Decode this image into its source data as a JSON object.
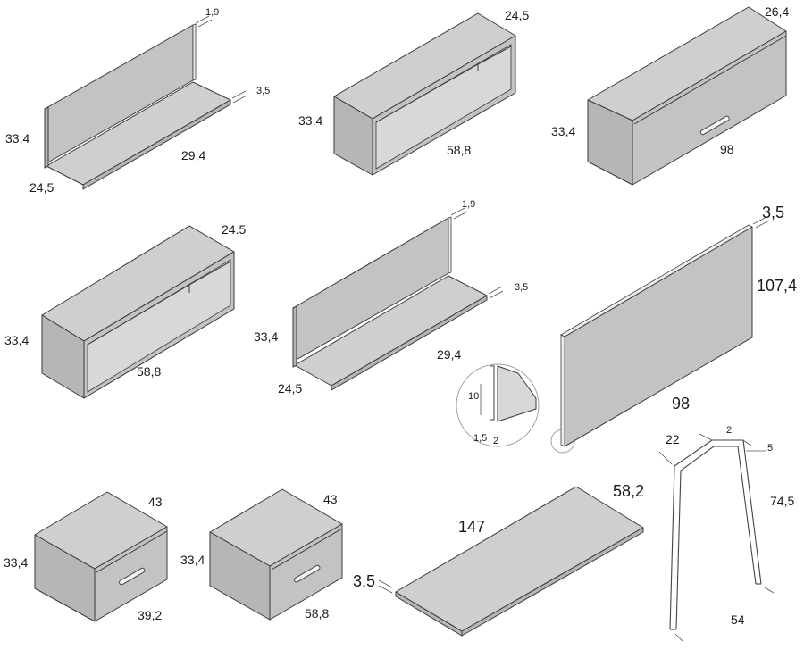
{
  "shelf_1": {
    "height": "33,4",
    "depth": "24,5",
    "width": "29,4",
    "thickness_top": "1,9",
    "thickness_side": "3,5"
  },
  "box_1": {
    "height": "33,4",
    "depth": "24,5",
    "width": "58,8"
  },
  "cabinet_1": {
    "height": "33,4",
    "depth": "26,4",
    "width": "98"
  },
  "box_2": {
    "height": "33,4",
    "depth": "24.5",
    "width": "58,8"
  },
  "shelf_2": {
    "height": "33,4",
    "depth": "24,5",
    "width": "29,4",
    "thickness_top": "1,9",
    "thickness_side": "3,5"
  },
  "panel": {
    "thickness": "3,5",
    "height": "107,4",
    "width": "98"
  },
  "detail": {
    "gap": "10",
    "recess": "1,5",
    "offset": "2"
  },
  "drawer_1": {
    "height": "33,4",
    "depth": "43",
    "width": "39,2"
  },
  "drawer_2": {
    "height": "33,4",
    "depth": "43",
    "width": "58,8"
  },
  "desk_top": {
    "thickness": "3,5",
    "length": "147",
    "depth": "58,2"
  },
  "leg_frame": {
    "top": "22",
    "tube": "2",
    "offset": "5",
    "height": "74,5",
    "base": "54"
  }
}
